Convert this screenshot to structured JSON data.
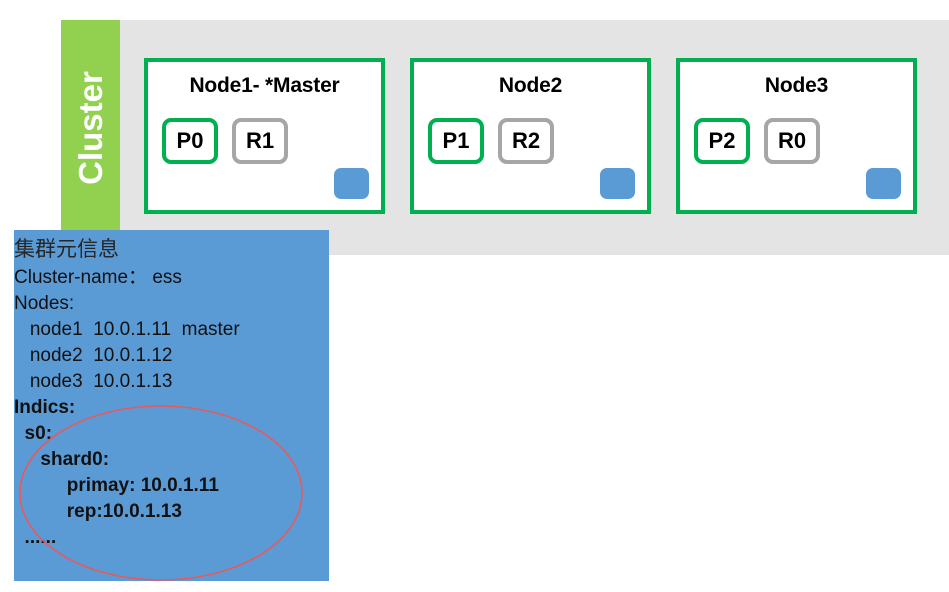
{
  "cluster": {
    "label": "Cluster",
    "accent_green": "#92D050",
    "panel_gray": "#E4E4E4"
  },
  "nodes": [
    {
      "title": "Node1- *Master",
      "shards": [
        {
          "label": "P0",
          "role": "primary"
        },
        {
          "label": "R1",
          "role": "replica"
        }
      ],
      "badge_color": "#5B9BD5"
    },
    {
      "title": "Node2",
      "shards": [
        {
          "label": "P1",
          "role": "primary"
        },
        {
          "label": "R2",
          "role": "replica"
        }
      ],
      "badge_color": "#5B9BD5"
    },
    {
      "title": "Node3",
      "shards": [
        {
          "label": "P2",
          "role": "primary"
        },
        {
          "label": "R0",
          "role": "replica"
        }
      ],
      "badge_color": "#5B9BD5"
    }
  ],
  "meta_panel": {
    "background": "#5B9BD5",
    "lines": [
      {
        "text": "集群元信息",
        "bold": false,
        "cjk": true
      },
      {
        "text": "Cluster-name： ess",
        "bold": false,
        "cjk": false
      },
      {
        "text": "Nodes:",
        "bold": false,
        "cjk": false
      },
      {
        "text": "   node1  10.0.1.11  master",
        "bold": false,
        "cjk": false
      },
      {
        "text": "   node2  10.0.1.12",
        "bold": false,
        "cjk": false
      },
      {
        "text": "   node3  10.0.1.13",
        "bold": false,
        "cjk": false
      },
      {
        "text": "Indics:",
        "bold": true,
        "cjk": false
      },
      {
        "text": "  s0:",
        "bold": true,
        "cjk": false
      },
      {
        "text": "     shard0:",
        "bold": true,
        "cjk": false
      },
      {
        "text": "          primay: 10.0.1.11",
        "bold": true,
        "cjk": false
      },
      {
        "text": "          rep:10.0.1.13",
        "bold": true,
        "cjk": false
      },
      {
        "text": "  ......",
        "bold": true,
        "cjk": false
      }
    ]
  },
  "annotation": {
    "shape": "ellipse",
    "stroke_color": "#E8595B"
  }
}
